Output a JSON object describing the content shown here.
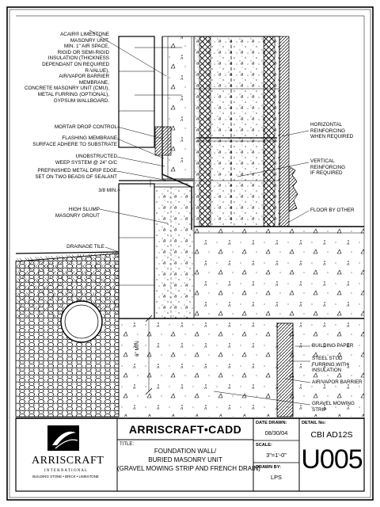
{
  "notes": {
    "wall_assembly": "ACAIR® LIMESTONE\nMASONRY UNIT,\nMIN. 1\" AIR SPACE,\nRIGID OR SEMI-RIGID\nINSULATION (THICKNESS\nDEPENDANT ON REQUIRED\nR-VALUE),\nAIR/VAPOR BARRIER\nMEMBRANE,\nCONCRETE MASONRY UNIT (CMU),\nMETAL FURRING (OPTIONAL),\nGYPSUM WALLBOARD.",
    "mortar_drop": "MORTAR DROP CONTROL",
    "flashing": "FLASHING MEMBRANE\nSURFACE ADHERE TO SUBSTRATE",
    "weep": "UNOBSTRUCTED\nWEEP SYSTEM @ 24\" O/C",
    "drip_edge": "PREFINISHED METAL DRIP EDGE\nSET ON TWO BEADS OF SEALANT",
    "dim_38": "3/8 MIN.",
    "grout": "HIGH SLUMP\nMASONRY GROUT",
    "drainage_tile": "DRAINAGE TILE",
    "horizontal_reinf": "HORIZONTAL\nREINFORCING\nWHEN REQUIRED",
    "vertical_reinf": "VERTICAL\nREINFORCING\nIF REQUIRED",
    "floor": "FLOOR BY OTHER",
    "dim_6": "6\" MIN.",
    "building_paper": "BUILDING PAPER",
    "steel_stud": "STEEL STUD\nFURRING WITH\nINSULATION",
    "air_vapor": "AIR/VAPOR BARRIER",
    "gravel_strip": "GRAVEL MOWING\nSTRIP"
  },
  "title_block": {
    "logo_name": "ARRISCRAFT",
    "logo_sub": "I N T E R N A T I O N A L",
    "logo_tagline": "BUILDING STONE • BRICK • LIMESTONE",
    "brand": "ARRISCRAFT•CADD",
    "title_label": "TITLE:",
    "title_lines": [
      "FOUNDATION WALL/",
      "BURIED MASONRY UNIT",
      "(GRAVEL MOWING STRIP AND FRENCH DRAIN)"
    ],
    "date_label": "DATE DRAWN:",
    "date": "08/30/04",
    "scale_label": "SCALE:",
    "scale": "3\"=1'-0\"",
    "drawn_label": "DRAWN BY:",
    "drawn": "LPS",
    "detail_label": "DETAIL No:",
    "detail_code": "CBI AD12S",
    "detail_id": "U005"
  }
}
